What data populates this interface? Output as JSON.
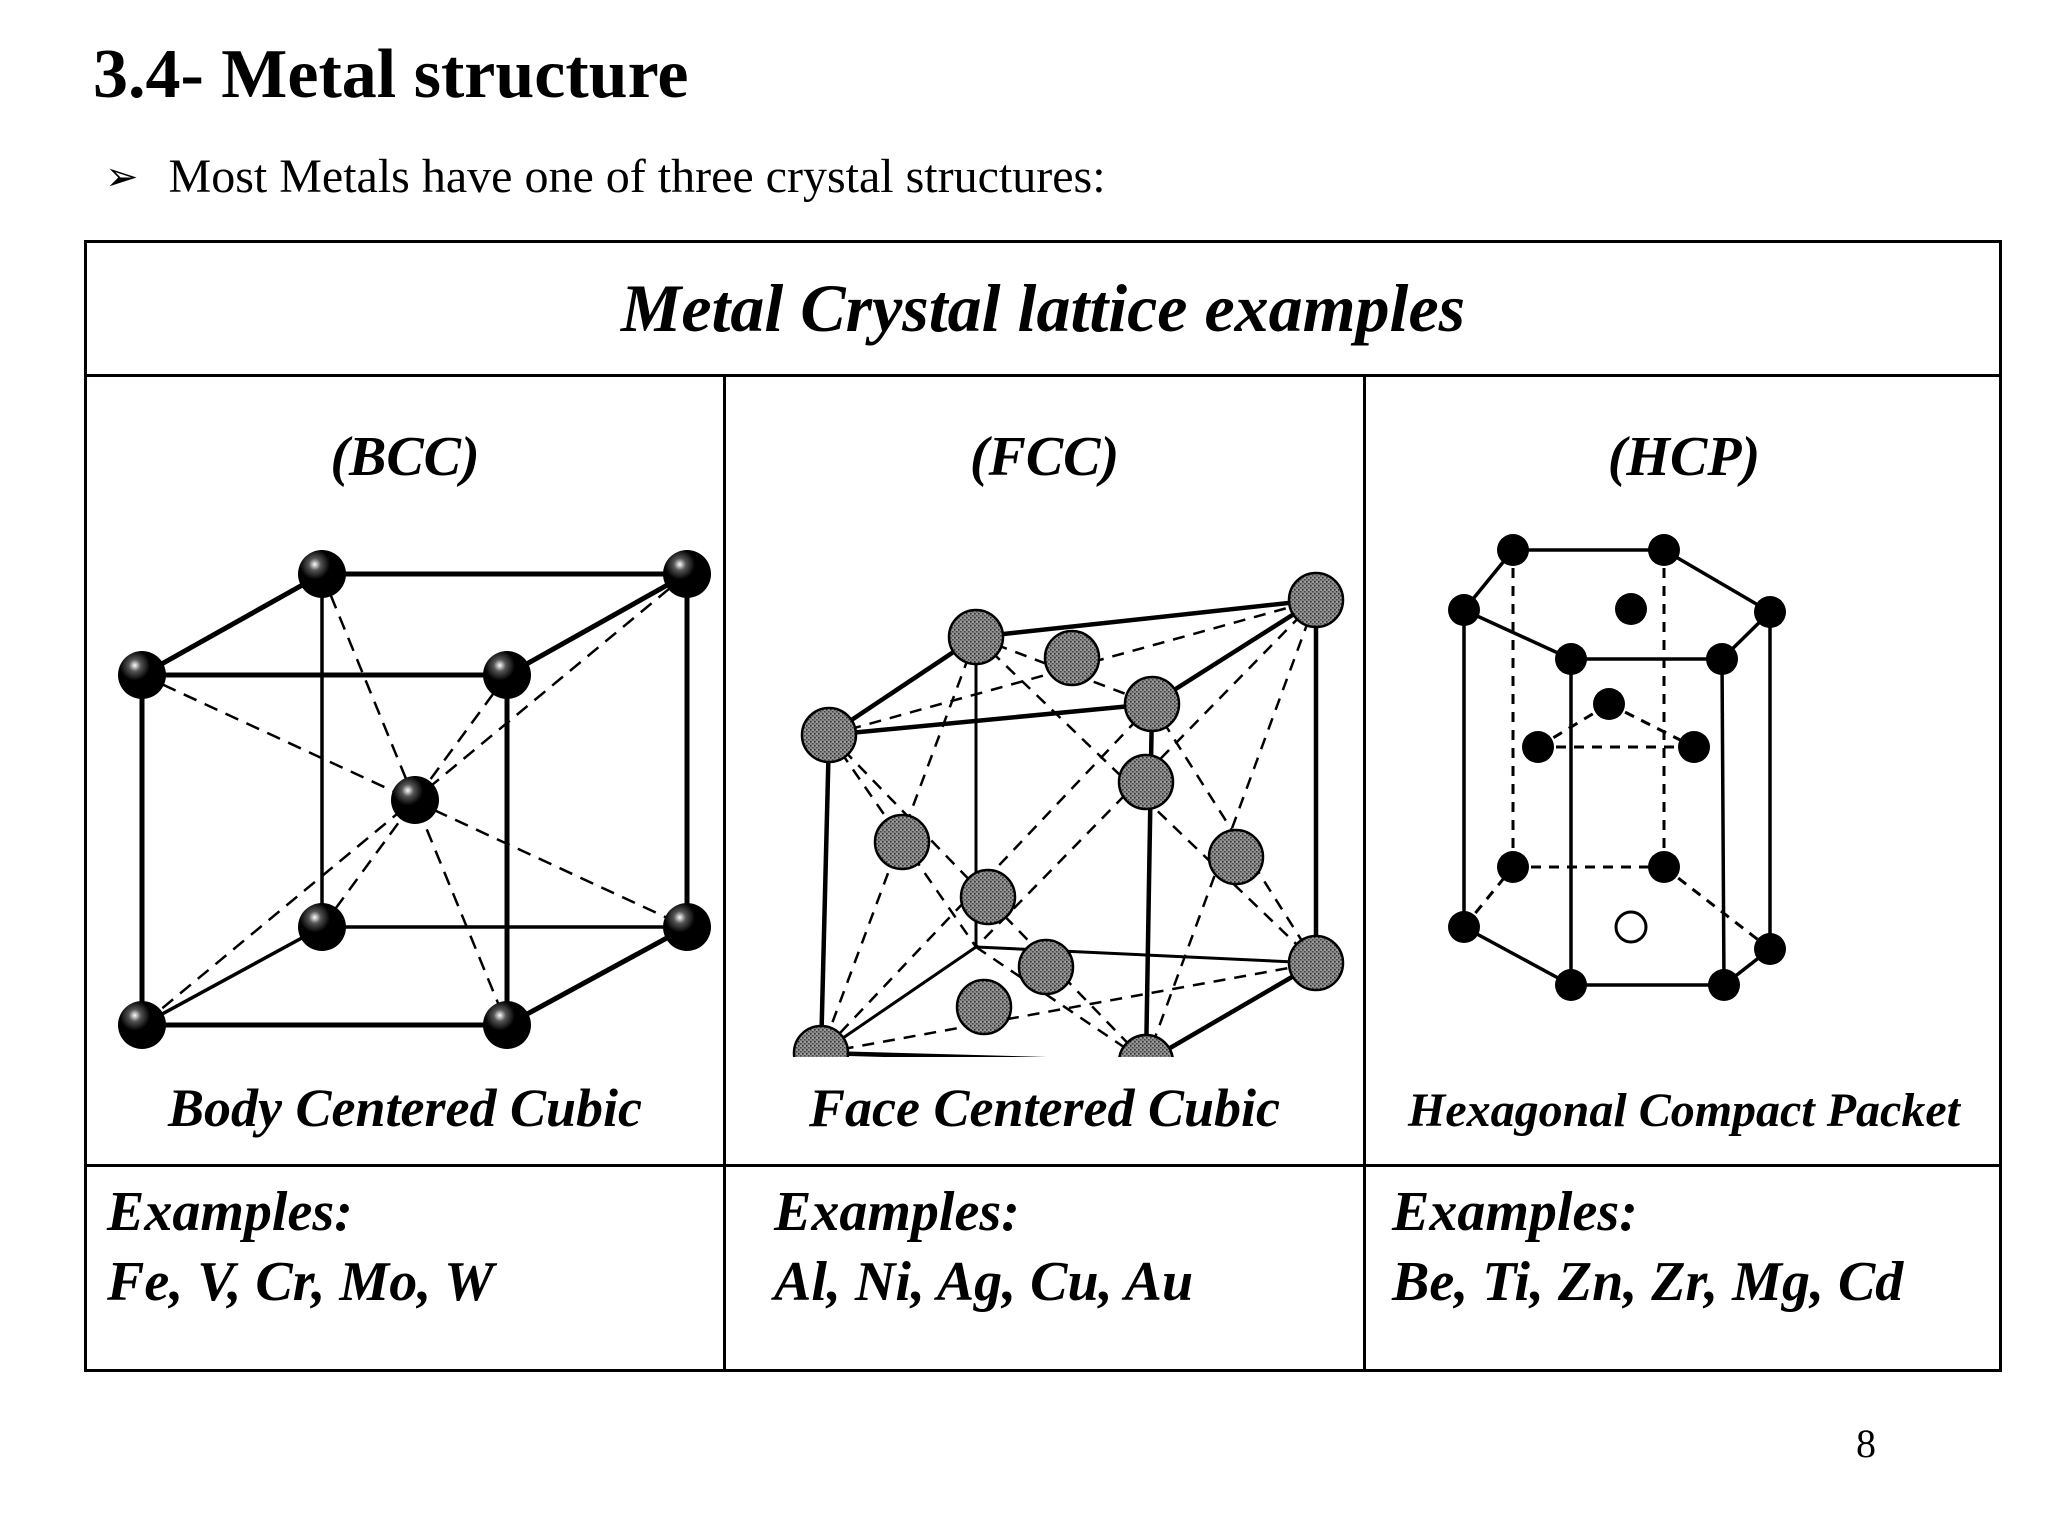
{
  "title": "3.4-  Metal structure",
  "bullet": {
    "marker": "➢",
    "text": "Most Metals have one of three crystal structures:"
  },
  "table": {
    "header": "Metal Crystal lattice examples",
    "columns": [
      {
        "abbr": "(BCC)",
        "name": "Body Centered Cubic",
        "examples_label": "Examples:",
        "examples": "Fe, V, Cr, Mo, W"
      },
      {
        "abbr": "(FCC)",
        "name": "Face Centered Cubic",
        "examples_label": "Examples:",
        "examples": "Al, Ni, Ag, Cu, Au"
      },
      {
        "abbr": "(HCP)",
        "name": "Hexagonal Compact Packet",
        "examples_label": "Examples:",
        "examples": "Be, Ti, Zn, Zr, Mg, Cd"
      }
    ]
  },
  "page_number": "8"
}
